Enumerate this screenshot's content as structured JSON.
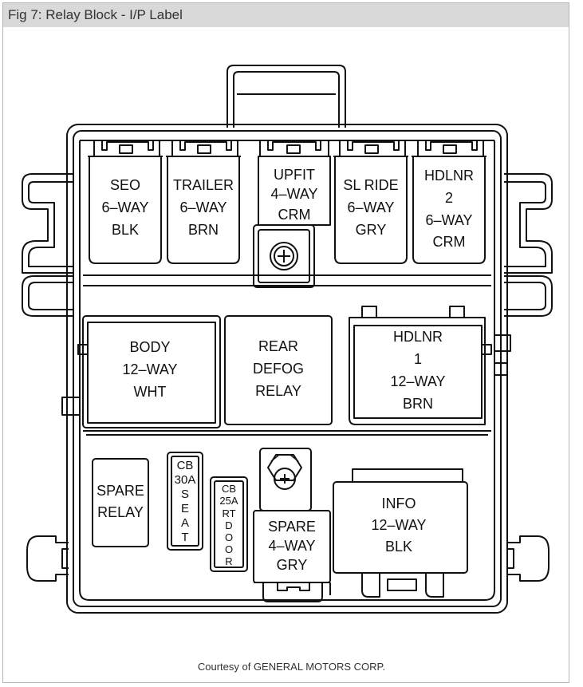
{
  "title": "Fig 7: Relay Block - I/P Label",
  "credit": "Courtesy of GENERAL MOTORS CORP.",
  "labels": {
    "seo": [
      "SEO",
      "6–WAY",
      "BLK"
    ],
    "trailer": [
      "TRAILER",
      "6–WAY",
      "BRN"
    ],
    "upfit": [
      "UPFIT",
      "4–WAY",
      "CRM"
    ],
    "slride": [
      "SL RIDE",
      "6–WAY",
      "GRY"
    ],
    "hdlnr2": [
      "HDLNR",
      "2",
      "6–WAY",
      "CRM"
    ],
    "body": [
      "BODY",
      "12–WAY",
      "WHT"
    ],
    "reardefog": [
      "REAR",
      "DEFOG",
      "RELAY"
    ],
    "hdlnr1": [
      "HDLNR",
      "1",
      "12–WAY",
      "BRN"
    ],
    "sparerelay": [
      "SPARE",
      "RELAY"
    ],
    "cb30": [
      "CB",
      "30A",
      "S",
      "E",
      "A",
      "T"
    ],
    "cb25": [
      "CB",
      "25A",
      "RT",
      "D",
      "O",
      "O",
      "R"
    ],
    "spare4": [
      "SPARE",
      "4–WAY",
      "GRY"
    ],
    "info": [
      "INFO",
      "12–WAY",
      "BLK"
    ]
  }
}
